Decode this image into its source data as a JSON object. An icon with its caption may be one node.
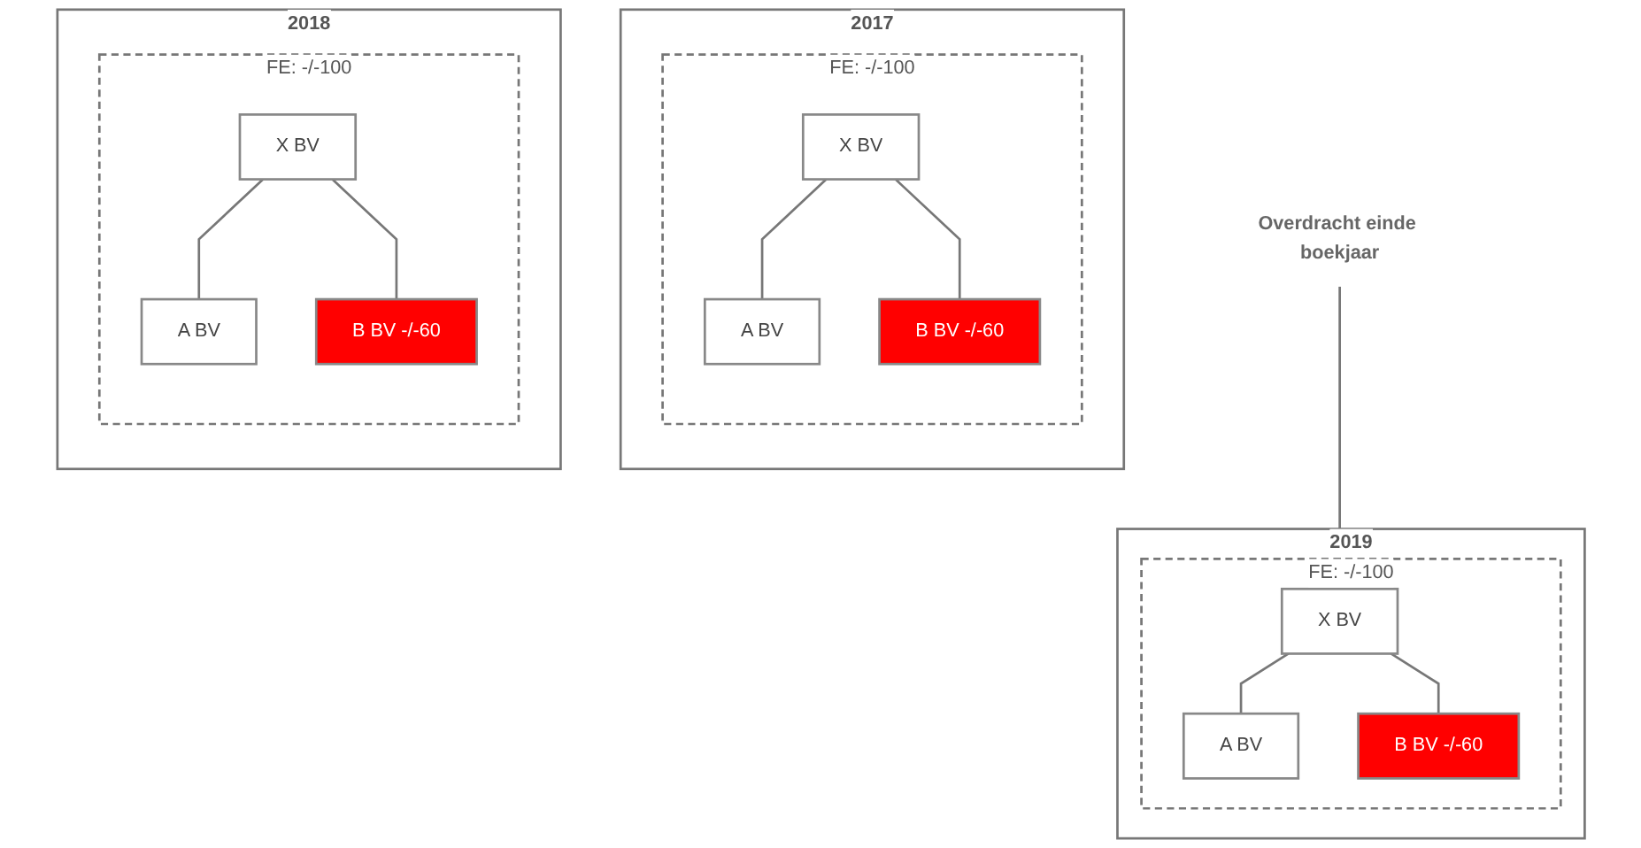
{
  "diagram": {
    "nodes": [
      {
        "text": [
          "2017"
        ]
      },
      {
        "text": [
          "FE: -/-100"
        ],
        "in": 0
      },
      {
        "text": [
          "X BV"
        ],
        "in": 1
      },
      {
        "text": [
          "A BV"
        ],
        "in": 1
      },
      {
        "text": [
          "B BV -/-60"
        ],
        "in": 1
      },
      {
        "text": [
          "2018"
        ]
      },
      {
        "text": [
          "FE: -/-100"
        ],
        "in": 5
      },
      {
        "text": [
          "X BV"
        ],
        "in": 6
      },
      {
        "text": [
          "A BV"
        ],
        "in": 6
      },
      {
        "text": [
          "B BV -/-60"
        ],
        "in": 6
      },
      {
        "text": [
          "2019"
        ]
      },
      {
        "text": [
          "FE: -/-100"
        ],
        "in": 10
      },
      {
        "text": [
          "X BV"
        ],
        "in": 11
      },
      {
        "text": [
          "A BV"
        ],
        "in": 11
      },
      {
        "text": [
          "B BV -/-60"
        ],
        "in": 11
      },
      {
        "text": [
          "Overdracht einde boekjaar"
        ]
      }
    ],
    "edges": [
      {
        "from": 2,
        "to": 3,
        "arrow": "none"
      },
      {
        "from": 2,
        "to": 4,
        "arrow": "none"
      },
      {
        "from": 7,
        "to": 8,
        "arrow": "none"
      },
      {
        "from": 7,
        "to": 9,
        "arrow": "none"
      },
      {
        "from": 12,
        "to": 13,
        "arrow": "none"
      },
      {
        "from": 12,
        "to": 14,
        "arrow": "none"
      },
      {
        "from": 15,
        "to": 12,
        "arrow": "none"
      }
    ]
  }
}
